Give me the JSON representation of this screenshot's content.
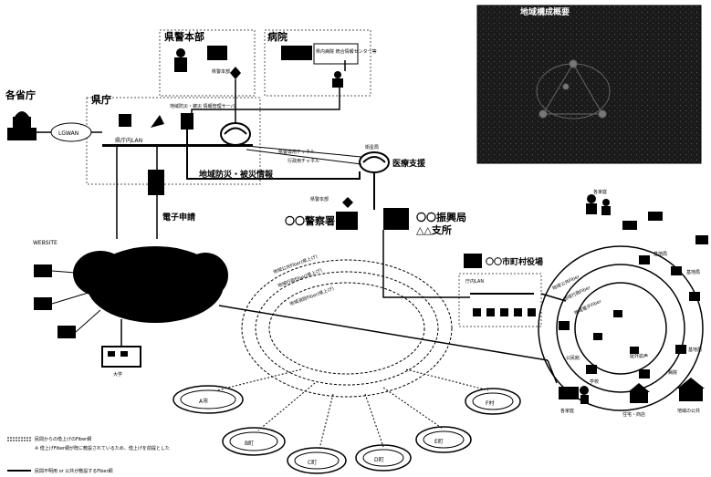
{
  "labels": {
    "kakushocho": "各省庁",
    "kencho": "県庁",
    "kenkei_honbu": "県警本部",
    "byoin": "病院",
    "lgwan": "LGWAN",
    "kenchonai_lan": "県庁内LAN",
    "chiiki_jouhou": "地域防災・被災情報",
    "denshi_shinsei": "電子申請",
    "website": "WEBSITE",
    "daigaku": "大学",
    "keisatsusho": "〇〇警察署",
    "shinkoukyoku": "〇〇振興局",
    "shisho": "△△支所",
    "iryou_shien": "医療支援",
    "shichoson_yakuba": "〇〇市町村役場",
    "chonai_lan": "庁内LAN",
    "kenchou_senyou": "県警専用チャネル",
    "gyousei_channel": "行政用チャネル",
    "eisei_kyoku": "衛星局",
    "kakusho_dai": "県警本部",
    "byoin_server": "県内病院 統合情報センター等",
    "cyber_server": "地域防災・被災 情報管理サーバ",
    "keiei": "県警本部",
    "kogiji": "屋外拡声",
    "kakuri": "各家庭",
    "kichikyoku": "基地局",
    "kyoyou_fiber": "地域公共Fiber",
    "gyousei_fiber": "地域行政Fiber",
    "denshi_tenken": "地域電子Fiber",
    "f_ring1": "地域公共Fiber(県上げ)",
    "f_ring2": "地域行政Fiber(県上げ)",
    "f_ring3": "地域消防Fiber(県上げ)",
    "a_shi": "A市",
    "b_cho": "B町",
    "c_cho": "C町",
    "d_cho": "D町",
    "e_cho": "E町",
    "f_son": "F村",
    "kokumin": "各家庭",
    "koumin": "公民館",
    "gakkou": "学校",
    "byouin2": "病院",
    "chiiki_koukyou": "地域の公共",
    "jutaku_shoten": "住宅・商店",
    "network_map": "地域構成概要",
    "legend1_title": "民間からの借上げのFiber網",
    "legend1_note": "※ 借上げFiber網が既に敷設されているため、借上げを前提とした",
    "legend2_title": "民間不明用 or 公共が敷設するFiber網"
  },
  "colors": {
    "ink": "#000000",
    "panel": "#1a1a1a",
    "paper": "#ffffff"
  }
}
